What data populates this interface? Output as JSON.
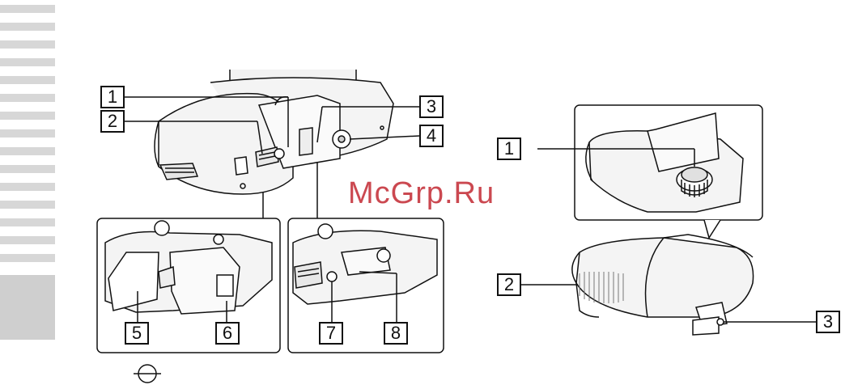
{
  "page": {
    "watermark": "McGrp.Ru",
    "footer_symbol": "tripod-mark-icon"
  },
  "camera_figure": {
    "callouts": [
      "1",
      "2",
      "3",
      "4",
      "5",
      "6",
      "7",
      "8"
    ]
  },
  "flash_figure": {
    "callouts": [
      "1",
      "2",
      "3"
    ]
  },
  "colors": {
    "line": "#111111",
    "body_fill": "#f2f2f2",
    "sidebar": "#d7d7d7",
    "watermark": "#c0202a"
  }
}
